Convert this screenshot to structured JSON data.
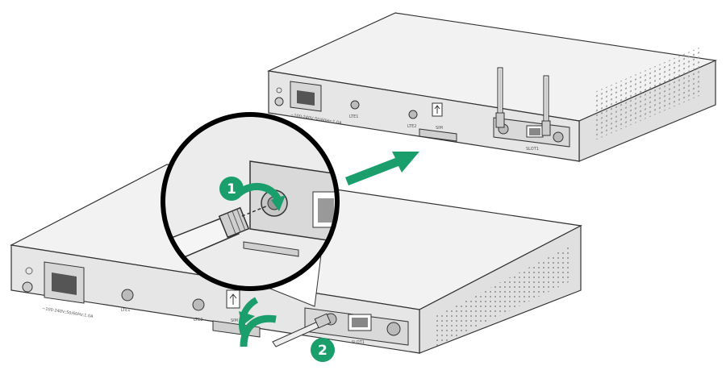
{
  "top_device": {
    "power_label": "~100-240V;50/60Hz;1.0A",
    "lte1_label": "LTE1",
    "lte2_label": "LTE2",
    "sim_label": "SIM",
    "slot_label": "SLOT1"
  },
  "bottom_device": {
    "power_label": "~100-240V;50/60Hz;1.0A",
    "lte1_label": "LTE1",
    "lte2_label": "LTE2",
    "sim_label": "SIM",
    "slot_label": "SLOT1"
  },
  "steps": [
    {
      "number": "1"
    },
    {
      "number": "2"
    }
  ],
  "colors": {
    "accent": "#1a9e6c",
    "chassis_front": "#e6e6e6",
    "chassis_top": "#f1f1f1",
    "chassis_side": "#dcdcdc",
    "outline": "#333333"
  }
}
